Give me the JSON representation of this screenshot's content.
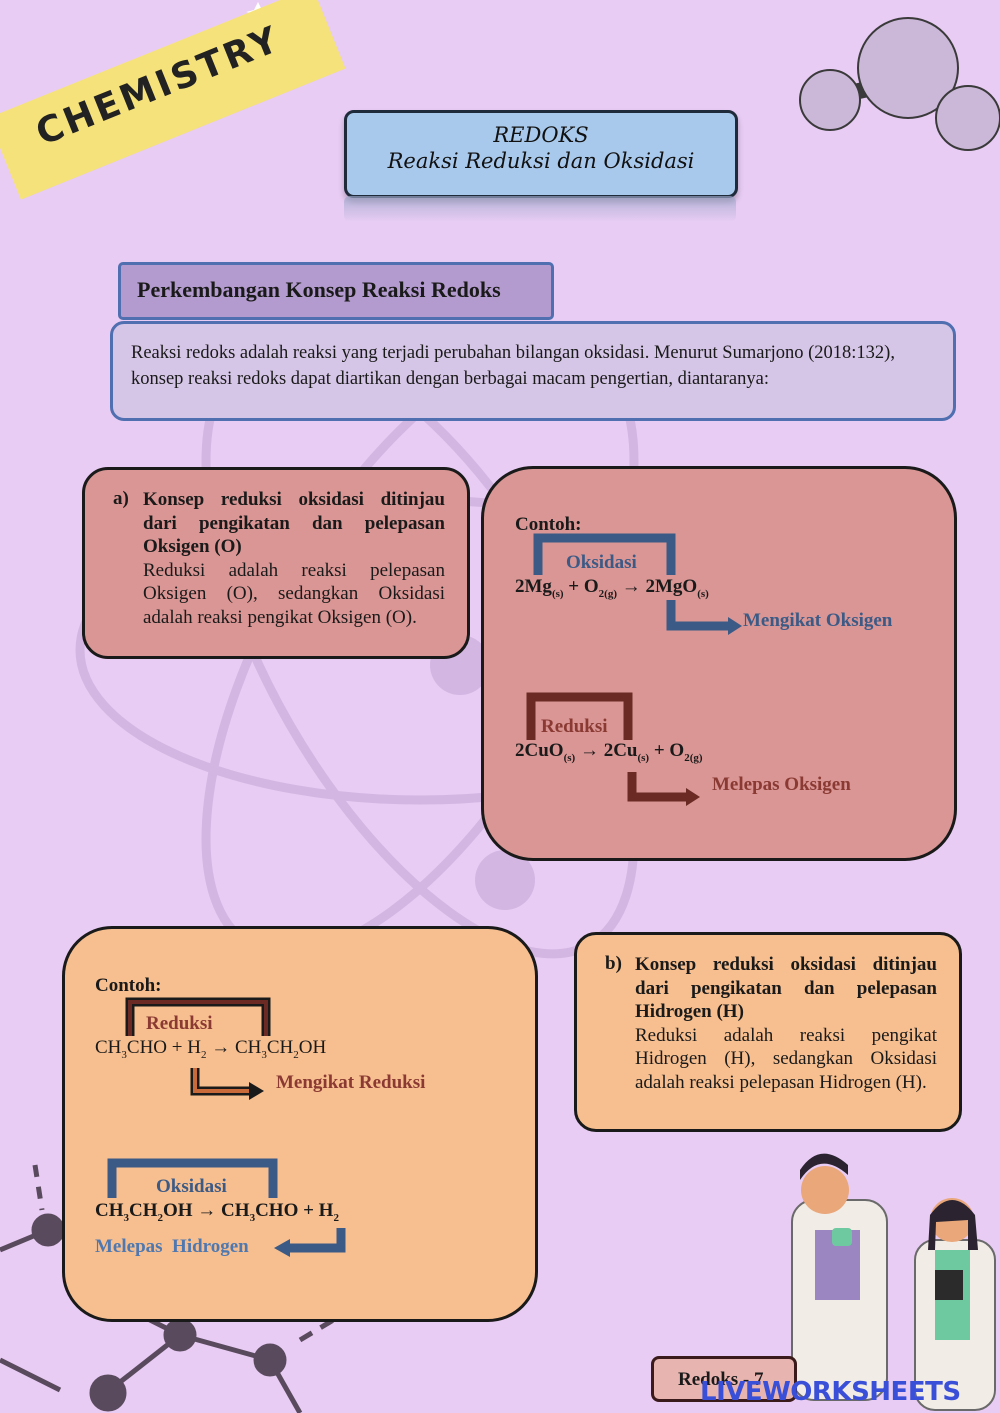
{
  "banner": {
    "text": "CHEMISTRY"
  },
  "title": {
    "line1": "REDOKS",
    "line2": "Reaksi Reduksi dan Oksidasi"
  },
  "section_heading": "Perkembangan Konsep Reaksi Redoks",
  "intro_text": "Reaksi redoks adalah reaksi yang terjadi perubahan bilangan oksidasi. Menurut Sumarjono (2018:132), konsep reaksi redoks dapat diartikan dengan berbagai macam pengertian, diantaranya:",
  "concept_a": {
    "label": "a)",
    "heading": "Konsep reduksi oksidasi ditinjau dari pengikatan dan pelepasan Oksigen (O)",
    "body": "Reduksi adalah reaksi pelepasan Oksigen (O), sedangkan Oksidasi adalah reaksi pengikat Oksigen (O)."
  },
  "example_a": {
    "title": "Contoh:",
    "oxidation_label": "Oksidasi",
    "equation1": [
      "2Mg",
      "(s)",
      " + O",
      "2(g)",
      " → 2MgO",
      "(s)"
    ],
    "arrow1_text": "Mengikat Oksigen",
    "reduction_label": "Reduksi",
    "equation2": [
      "2CuO",
      "(s)",
      " → 2Cu",
      "(s)",
      " + O",
      "2(g)"
    ],
    "arrow2_text": "Melepas Oksigen"
  },
  "concept_b": {
    "label": "b)",
    "heading": "Konsep reduksi oksidasi ditinjau dari pengikatan dan pelepasan Hidrogen (H)",
    "body": "Reduksi adalah reaksi pengikat Hidrogen (H), sedangkan Oksidasi adalah reaksi pelepasan Hidrogen (H)."
  },
  "example_b": {
    "title": "Contoh:",
    "reduction_label": "Reduksi",
    "equation1": [
      "CH",
      "3",
      "CHO + H",
      "2",
      " → CH",
      "3",
      "CH",
      "2",
      "OH"
    ],
    "arrow1_text": "Mengikat Reduksi",
    "oxidation_label": "Oksidasi",
    "equation2": [
      "CH",
      "3",
      "CH",
      "2",
      "OH → CH",
      "3",
      "CHO + H",
      "2"
    ],
    "arrow2_text": "Melepas  Hidrogen"
  },
  "page_number": "Redoks - 7",
  "watermark": "LIVEWORKSHEETS",
  "colors": {
    "background": "#e8ccf4",
    "rose_box": "#d99694",
    "peach_box": "#f7bf8f",
    "title_box": "#a9c9ec",
    "navy": "#3c5a86",
    "maroon": "#6b2a24"
  }
}
